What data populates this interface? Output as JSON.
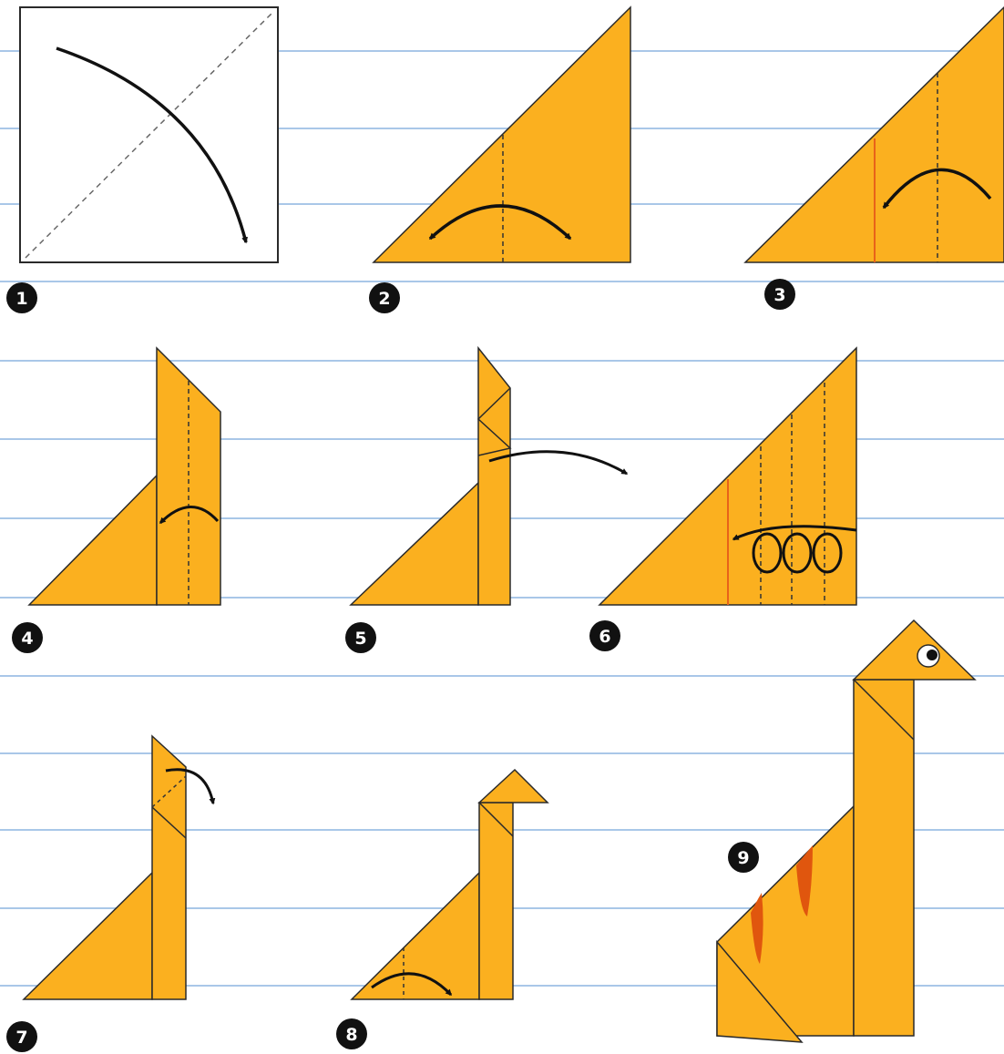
{
  "colors": {
    "paper": "#FBB01F",
    "paper_stroke": "#2a2a2a",
    "ruled_line": "#A9C7E8",
    "crease_red": "#E8621A",
    "spots": "#E0560E",
    "arrow": "#111111",
    "badge": "#111111",
    "badge_text": "#ffffff"
  },
  "icons": [
    "curved-arrow-icon",
    "double-arrow-icon",
    "loop-arrow-icon",
    "eye-icon"
  ],
  "steps": [
    {
      "number": "1"
    },
    {
      "number": "2"
    },
    {
      "number": "3"
    },
    {
      "number": "4"
    },
    {
      "number": "5"
    },
    {
      "number": "6"
    },
    {
      "number": "7"
    },
    {
      "number": "8"
    },
    {
      "number": "9"
    }
  ]
}
